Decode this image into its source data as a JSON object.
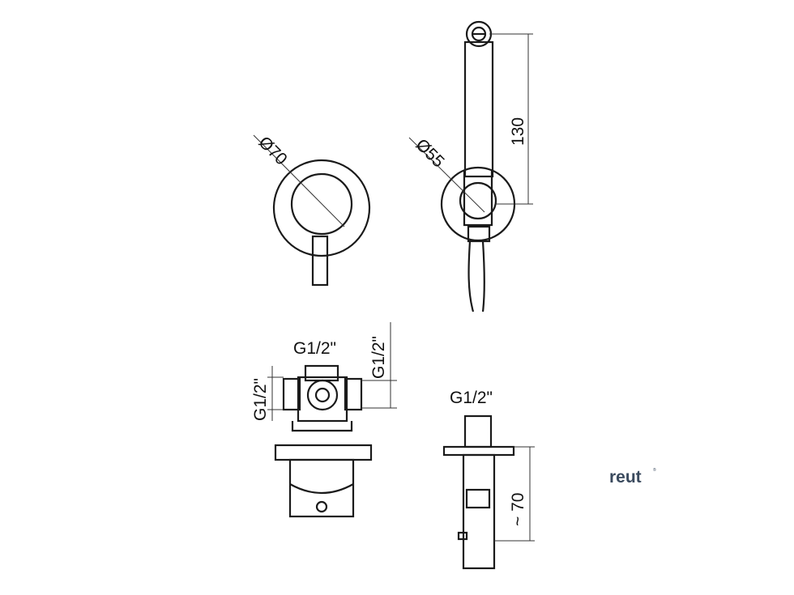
{
  "dimensions": {
    "mixer_plate_diameter": "Ø70",
    "handshower_plate_diameter": "Ø55",
    "handshower_length": "130",
    "inlet_top": "G1/2\"",
    "inlet_right": "G1/2\"",
    "inlet_left": "G1/2\"",
    "outlet_top": "G1/2\"",
    "side_depth": "~ 70"
  },
  "brand": {
    "name": "reut",
    "mark": "®"
  },
  "colors": {
    "line": "#1a1a1a",
    "brand": "#3a4a5e"
  }
}
